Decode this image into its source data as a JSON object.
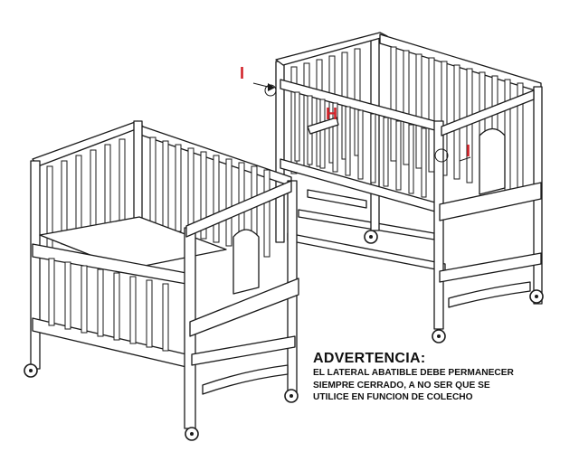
{
  "diagram": {
    "markers": [
      {
        "label": "I",
        "color": "#d2232a"
      },
      {
        "label": "H",
        "color": "#d2232a"
      },
      {
        "label": "I",
        "color": "#d2232a"
      }
    ]
  },
  "warning": {
    "title": "ADVERTENCIA:",
    "lines": [
      "EL LATERAL ABATIBLE DEBE PERMANECER",
      "SIEMPRE CERRADO, A NO SER QUE SE",
      "UTILICE EN FUNCION DE COLECHO"
    ]
  }
}
